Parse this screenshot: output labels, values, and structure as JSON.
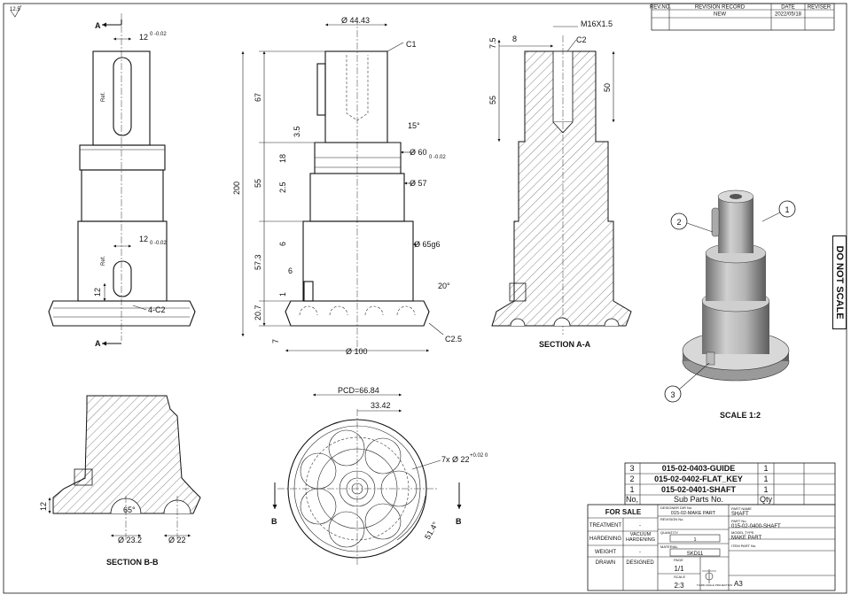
{
  "corner_note": "12.5",
  "revision": {
    "headers": [
      "REV.NO.",
      "REVISION RECORD",
      "DATE",
      "REVISER"
    ],
    "row": [
      "",
      "NEW",
      "2022/05/18",
      ""
    ]
  },
  "views": {
    "section_aa": "SECTION A-A",
    "section_bb": "SECTION B-B",
    "scale_iso": "SCALE 1:2",
    "do_not_scale": "DO NOT SCALE"
  },
  "dimensions": {
    "d44": "Ø 44.43",
    "c1": "C1",
    "d60": "Ø 60",
    "d60_tol": "0  -0.02",
    "d57": "Ø 57",
    "d65": "Ø 65g6",
    "d100": "Ø 100",
    "c25": "C2.5",
    "a15": "15°",
    "a20": "20°",
    "h200": "200",
    "h67": "67",
    "h55": "55",
    "h573": "57.3",
    "h207": "20.7",
    "h7": "7",
    "h35": "3.5",
    "h18": "18",
    "h25": "2.5",
    "h6": "6",
    "w6": "6",
    "h1": "1",
    "w12a": "12",
    "w12_tol": "0  -0.02",
    "w12b": "12",
    "c42": "4-C2",
    "v12": "12",
    "m16": "M16X1.5",
    "w8": "8",
    "c2": "C2",
    "h75": "7.5",
    "h55b": "55",
    "h50": "50",
    "pcd": "PCD=66.84",
    "r3342": "33.42",
    "hole": "7x Ø 22",
    "hole_tol": "+0.02  0",
    "a514": "51.4°",
    "a65": "65°",
    "d232": "Ø 23.2",
    "d22": "Ø 22",
    "v12b": "12",
    "ref": "Ref.",
    "secA": "A",
    "secB": "B"
  },
  "balloons": [
    "1",
    "2",
    "3"
  ],
  "bom": {
    "rows": [
      {
        "no": "3",
        "name": "015-02-0403-GUIDE",
        "qty": "1"
      },
      {
        "no": "2",
        "name": "015-02-0402-FLAT_KEY",
        "qty": "1"
      },
      {
        "no": "1",
        "name": "015-02-0401-SHAFT",
        "qty": "1"
      }
    ],
    "header": {
      "no": "No,",
      "name": "Sub Parts No.",
      "qty": "Qty"
    }
  },
  "title_block": {
    "for_sale": "FOR SALE",
    "treatment": "TREATMENT",
    "treatment_val": "-",
    "hardening": "HARDENING",
    "hardening_val": "VACUUM HARDENING",
    "weight": "WEIGHT",
    "weight_val": "-",
    "drawn": "DRAWN",
    "designed": "DESIGNED",
    "design_dir": "DESIGNER DIR No.",
    "design_dir_val": "015-02-MAKE PART",
    "revision_no": "REVISION No.",
    "quantity": "QUANTITY",
    "quantity_val": "1",
    "material": "MATERIAL",
    "material_val": "SKD11",
    "part_name": "PART NAME",
    "part_name_val": "SHAFT",
    "part_no": "PART No.",
    "part_no_val": "015-02-0400-SHAFT",
    "model_type": "MODEL TYPE",
    "model_type_val": "MAKE PART",
    "item_part": "ITEM PART No.",
    "page": "PAGE",
    "page_val": "1/1",
    "scale": "SCALE",
    "scale_val": "2:3",
    "sheet": "A3",
    "proj": "THIRD ANGLE PROJECTION"
  }
}
